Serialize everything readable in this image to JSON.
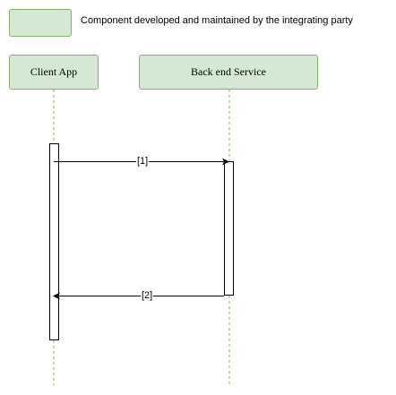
{
  "legend": {
    "text": "Component developed and maintained by the integrating party",
    "fill": "#d5e8d4",
    "stroke": "#82b366"
  },
  "lifelines": [
    {
      "label": "Client App"
    },
    {
      "label": "Back end Service"
    }
  ],
  "messages": [
    {
      "label": "[1]",
      "from": "Client App",
      "to": "Back end Service"
    },
    {
      "label": "[2]",
      "from": "Back end Service",
      "to": "Client App"
    }
  ],
  "colors": {
    "participant_fill": "#d5e8d4",
    "participant_stroke": "#82b366",
    "line": "#000000",
    "lifeline_dash": "#82b366"
  }
}
